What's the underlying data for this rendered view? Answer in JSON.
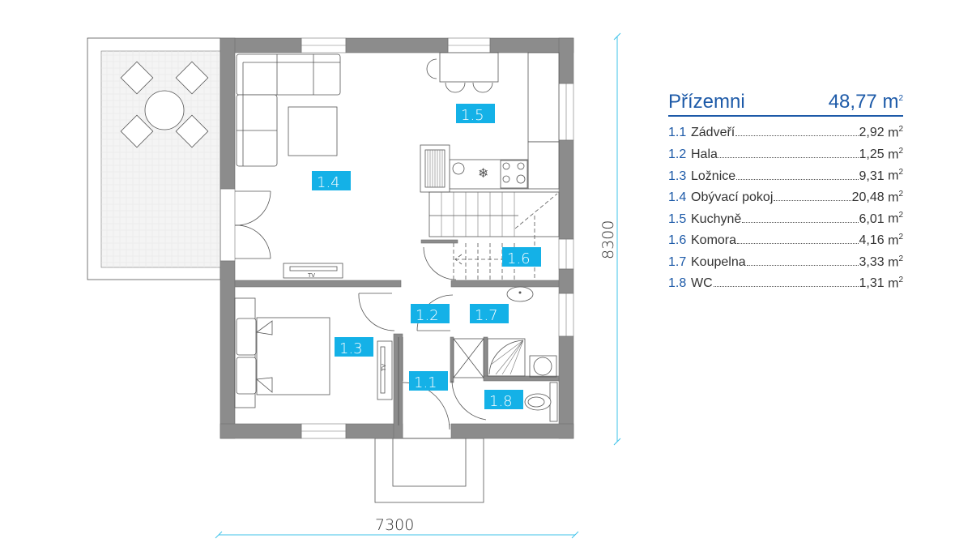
{
  "legend": {
    "title": "Přízemni",
    "total_area": "48,77",
    "unit": "m",
    "unit_exp": "2",
    "rooms": [
      {
        "num": "1.1",
        "name": "Zádveří",
        "area": "2,92"
      },
      {
        "num": "1.2",
        "name": "Hala",
        "area": "1,25"
      },
      {
        "num": "1.3",
        "name": "Ložnice",
        "area": "9,31"
      },
      {
        "num": "1.4",
        "name": "Obývací pokoj",
        "area": "20,48"
      },
      {
        "num": "1.5",
        "name": "Kuchyně",
        "area": "6,01"
      },
      {
        "num": "1.6",
        "name": "Komora",
        "area": "4,16"
      },
      {
        "num": "1.7",
        "name": "Koupelna",
        "area": "3,33"
      },
      {
        "num": "1.8",
        "name": "WC",
        "area": "1,31"
      }
    ]
  },
  "plan": {
    "room_labels": {
      "r11": "1.1",
      "r12": "1.2",
      "r13": "1.3",
      "r14": "1.4",
      "r15": "1.5",
      "r16": "1.6",
      "r17": "1.7",
      "r18": "1.8"
    },
    "tv_label": "TV",
    "dim_width": "7300",
    "dim_height": "8300"
  },
  "colors": {
    "wall": "#8c8c8c",
    "label_bg": "#14b1e7",
    "title": "#1d5aa8",
    "dimension": "#3fc3ea"
  }
}
